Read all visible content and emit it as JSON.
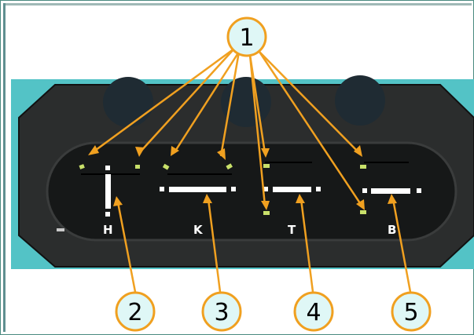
{
  "panel_labels": [
    "H",
    "K",
    "T",
    "B"
  ],
  "callouts": [
    "1",
    "2",
    "3",
    "4",
    "5"
  ],
  "colors": {
    "callout_fill": "#dff7f6",
    "callout_stroke": "#f0a020",
    "leader_line": "#f0a020",
    "indicator_green": "#c8e06a",
    "panel_body": "#2a2c2c",
    "panel_face": "#151717",
    "background_photo": "#53c3c6"
  }
}
